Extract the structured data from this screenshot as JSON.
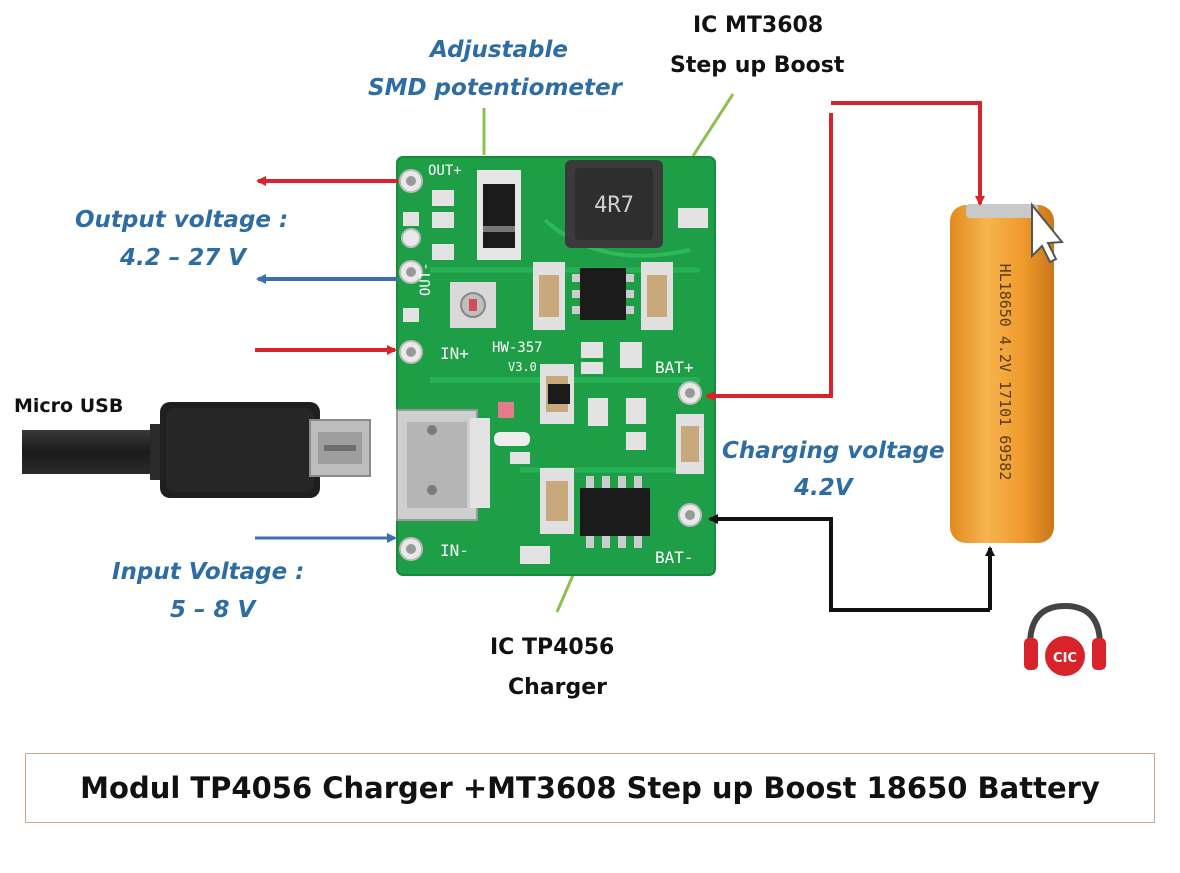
{
  "labels": {
    "pot_line1": "Adjustable",
    "pot_line2": "SMD potentiometer",
    "boost_line1": "IC MT3608",
    "boost_line2": "Step up Boost",
    "output_line1": "Output voltage :",
    "output_line2": "4.2 – 27 V",
    "micro_usb": "Micro USB",
    "charging_line1": "Charging voltage",
    "charging_line2": "4.2V",
    "input_line1": "Input Voltage :",
    "input_line2": "5 – 8 V",
    "charger_line1": "IC TP4056",
    "charger_line2": "Charger"
  },
  "board": {
    "out_plus": "OUT+",
    "out_minus": "OUT-",
    "in_plus": "IN+",
    "in_minus": "IN-",
    "bat_plus": "BAT+",
    "bat_minus": "BAT-",
    "model": "HW-357",
    "version": "V3.0",
    "inductor": "4R7"
  },
  "battery": {
    "print": "HL18650 4.2V 17101 69582"
  },
  "logo": {
    "text": "CIC"
  },
  "caption": "Modul TP4056 Charger +MT3608 Step up Boost 18650 Battery",
  "colors": {
    "pcb": "#1f9e48",
    "label_blue": "#2e6da4",
    "wire_red": "#d8232a",
    "wire_blue": "#3b6fb0",
    "wire_black": "#111111",
    "leader_green": "#8cc152",
    "battery": "#f2a23a"
  }
}
